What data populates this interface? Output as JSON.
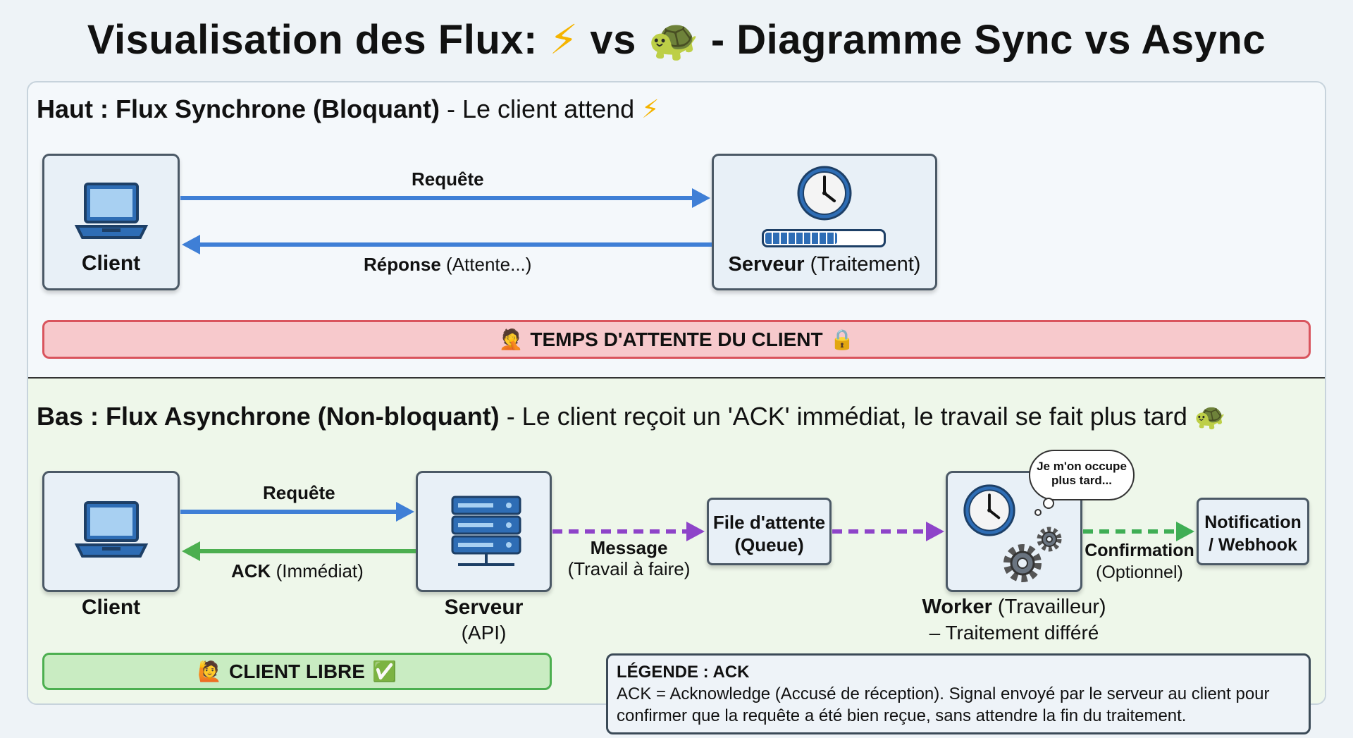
{
  "title": {
    "part1": "Visualisation des Flux:",
    "emoji1": "⚡",
    "vs": "vs",
    "emoji2": "🐢",
    "part2": "- Diagramme Sync vs Async"
  },
  "sync": {
    "title_bold": "Haut : Flux Synchrone (Bloquant)",
    "title_rest": "- Le client attend",
    "title_emoji": "⚡",
    "client_label": "Client",
    "request_label": "Requête",
    "response_bold": "Réponse",
    "response_rest": "(Attente...)",
    "server_bold": "Serveur",
    "server_rest": "(Traitement)",
    "progress": 0.6,
    "banner_emoji_left": "🤦",
    "banner_text": "TEMPS D'ATTENTE DU CLIENT",
    "banner_emoji_right": "🔒",
    "banner_color": "#f7c9cc"
  },
  "async": {
    "title_bold": "Bas : Flux Asynchrone (Non-bloquant)",
    "title_rest": "- Le client reçoit un 'ACK' immédiat, le travail se fait plus tard",
    "title_emoji": "🐢",
    "client_label": "Client",
    "request_label": "Requête",
    "ack_bold": "ACK",
    "ack_rest": "(Immédiat)",
    "server_bold": "Serveur",
    "server_sub": "(API)",
    "message_bold": "Message",
    "message_sub": "(Travail à faire)",
    "queue_line1": "File d'attente",
    "queue_line2": "(Queue)",
    "worker_bold": "Worker",
    "worker_rest": "(Travailleur)",
    "worker_sub": "– Traitement différé",
    "thought_line1": "Je m'on occupe",
    "thought_line2": "plus tard...",
    "confirm_bold": "Confirmation",
    "confirm_sub": "(Optionnel)",
    "notif_line1": "Notification",
    "notif_line2": "/ Webhook",
    "banner_emoji_left": "🙋",
    "banner_text": "CLIENT LIBRE",
    "banner_emoji_right": "✅",
    "banner_color": "#c9ecc2"
  },
  "legend": {
    "title": "LÉGENDE : ACK",
    "text": "ACK = Acknowledge (Accusé de réception). Signal envoyé par le serveur au client pour confirmer que la requête a été bien reçue, sans attendre la fin du traitement."
  },
  "colors": {
    "blue_arrow": "#3f7fd6",
    "green_arrow": "#4caf50",
    "purple_dashed": "#8e44c9",
    "green_dashed": "#3fae55",
    "red_banner_border": "#d9545d",
    "green_banner_border": "#4caf50"
  },
  "icons": [
    "lightning-icon",
    "turtle-icon",
    "laptop-icon",
    "clock-icon",
    "server-icon",
    "gears-icon",
    "lock-icon",
    "checkmark-icon"
  ]
}
